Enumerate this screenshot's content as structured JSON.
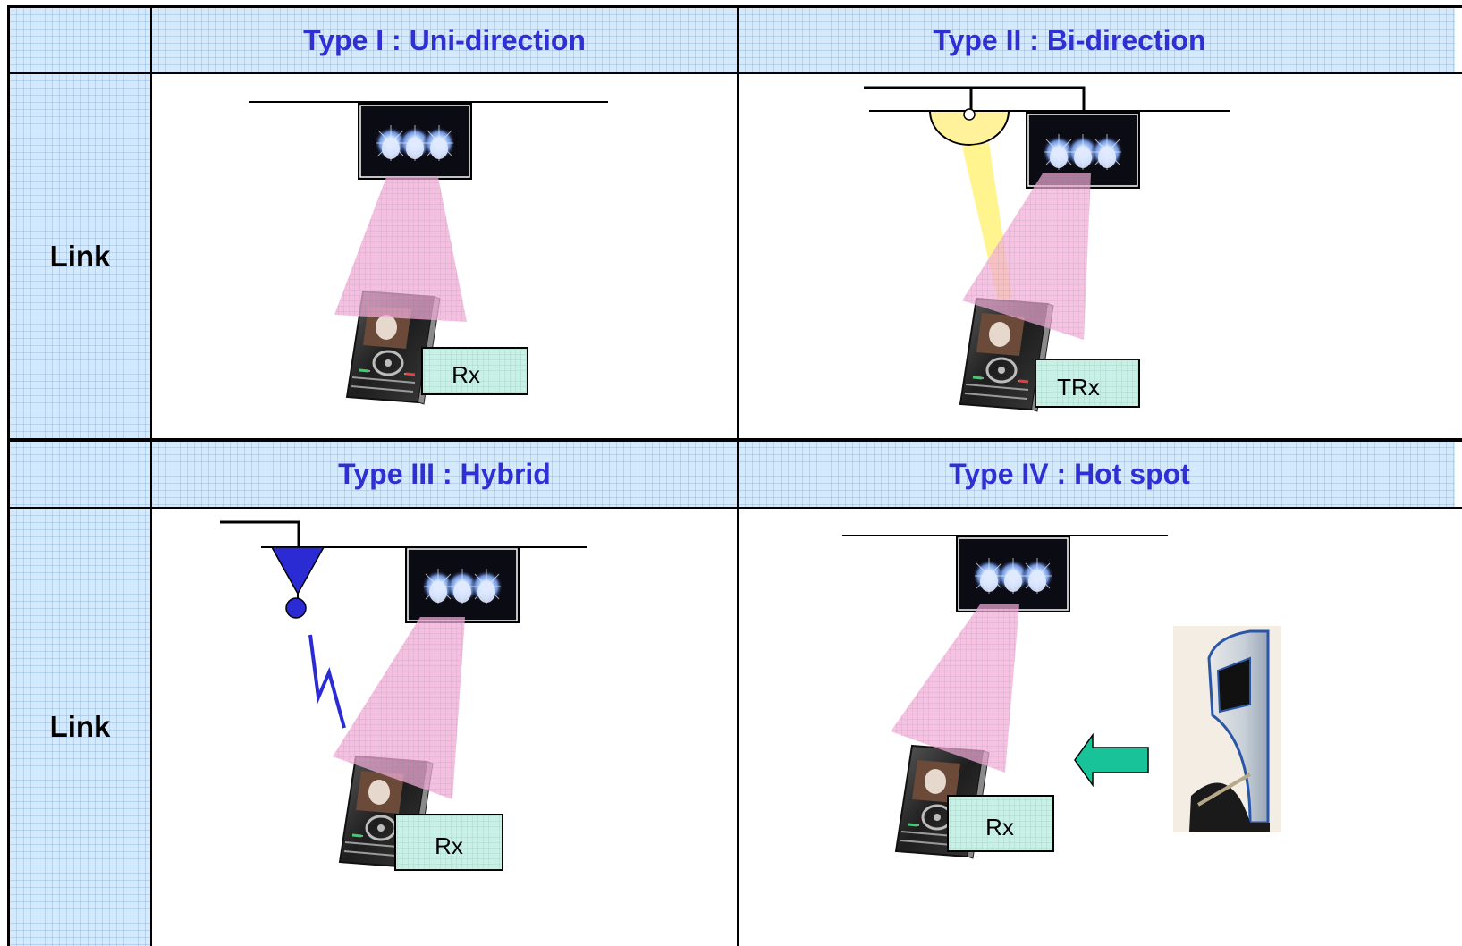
{
  "headers": {
    "type1": "Type I : Uni-direction",
    "type2": "Type II : Bi-direction",
    "type3": "Type III : Hybrid",
    "type4": "Type IV : Hot spot"
  },
  "row_labels": {
    "row1": "Link",
    "row2": "Link"
  },
  "labels": {
    "type1_receiver": "Rx",
    "type2_receiver": "TRx",
    "type3_receiver": "Rx",
    "type4_receiver": "Rx"
  },
  "colors": {
    "header_text": "#2f2fd4",
    "header_background": "#d6e9fb",
    "light_beam": "#f6a8d8",
    "uplink_beam": "#fff27a",
    "label_box": "#c8f0e6",
    "antenna": "#2b2bd4",
    "arrow": "#19c39a"
  }
}
